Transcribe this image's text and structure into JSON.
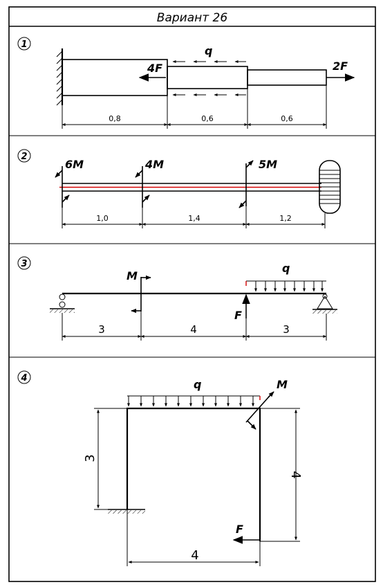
{
  "title": "Вариант 26",
  "problems": [
    {
      "number": "1",
      "loads": {
        "distributed": "q",
        "force_left": "4F",
        "force_right": "2F"
      },
      "lengths": [
        "0,8",
        "0,6",
        "0,6"
      ]
    },
    {
      "number": "2",
      "loads": {
        "moment_1": "6M",
        "moment_2": "4M",
        "moment_3": "5M"
      },
      "lengths": [
        "1,0",
        "1,4",
        "1,2"
      ],
      "colors": {
        "axis": "#d40000"
      }
    },
    {
      "number": "3",
      "loads": {
        "moment": "M",
        "distributed": "q",
        "force": "F"
      },
      "lengths": [
        "3",
        "4",
        "3"
      ]
    },
    {
      "number": "4",
      "loads": {
        "distributed": "q",
        "moment": "M",
        "force": "F"
      },
      "lengths": [
        "3",
        "4",
        "4"
      ]
    }
  ]
}
